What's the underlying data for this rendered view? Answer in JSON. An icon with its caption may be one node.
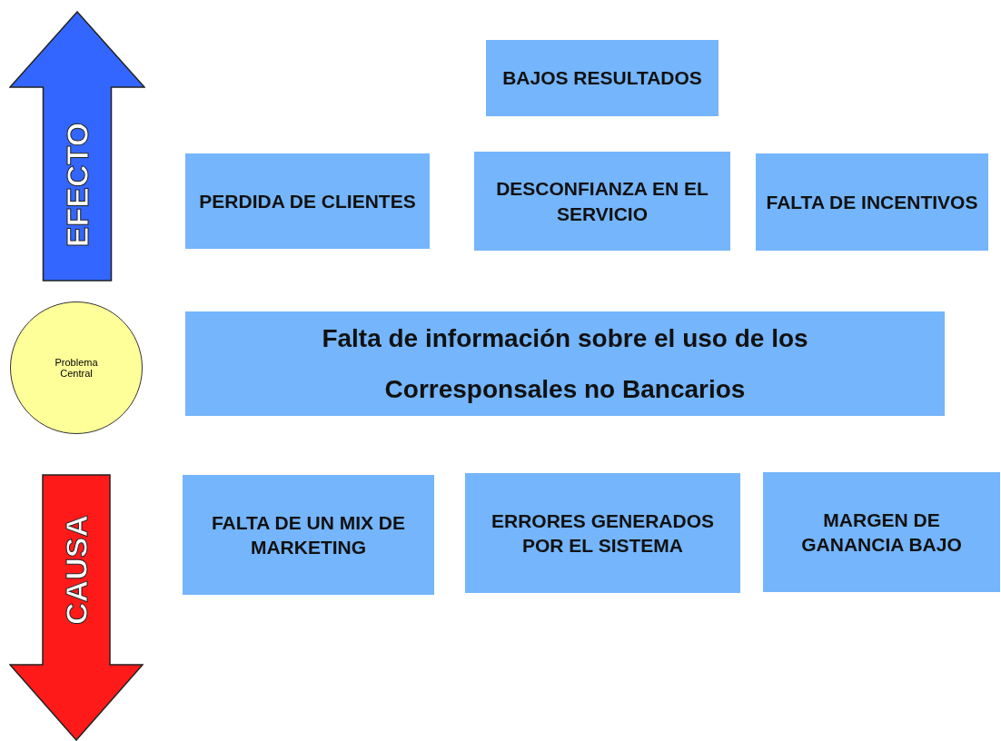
{
  "diagram": {
    "nodes": [
      {
        "text": [
          "EFECTO"
        ]
      },
      {
        "text": [
          "BAJOS RESULTADOS"
        ]
      },
      {
        "text": [
          "PERDIDA DE CLIENTES"
        ]
      },
      {
        "text": [
          "DESCONFIANZA EN EL SERVICIO"
        ]
      },
      {
        "text": [
          "FALTA DE INCENTIVOS"
        ]
      },
      {
        "text": [
          "Problema Central"
        ]
      },
      {
        "text": [
          "Falta de información sobre el uso de los Corresponsales no Bancarios"
        ]
      },
      {
        "text": [
          "CAUSA"
        ]
      },
      {
        "text": [
          "FALTA DE UN MIX DE MARKETING"
        ]
      },
      {
        "text": [
          "ERRORES GENERADOS POR EL SISTEMA"
        ]
      },
      {
        "text": [
          "MARGEN DE GANANCIA BAJO"
        ]
      }
    ],
    "edges": []
  }
}
